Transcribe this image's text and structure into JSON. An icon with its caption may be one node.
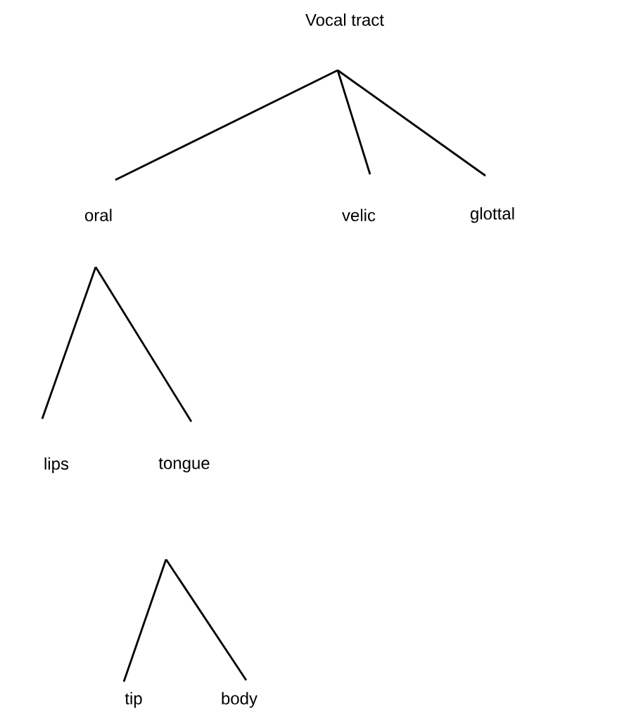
{
  "diagram": {
    "nodes": [
      {
        "text": [
          "Vocal tract"
        ]
      },
      {
        "text": [
          "oral"
        ]
      },
      {
        "text": [
          "velic"
        ]
      },
      {
        "text": [
          "glottal"
        ]
      },
      {
        "text": [
          "lips"
        ]
      },
      {
        "text": [
          "tongue"
        ]
      },
      {
        "text": [
          "tip"
        ]
      },
      {
        "text": [
          "body"
        ]
      }
    ],
    "edges": [
      {
        "from": 0,
        "to": 1,
        "arrow": "none"
      },
      {
        "from": 0,
        "to": 2,
        "arrow": "none"
      },
      {
        "from": 0,
        "to": 3,
        "arrow": "none"
      },
      {
        "from": 1,
        "to": 4,
        "arrow": "none"
      },
      {
        "from": 1,
        "to": 5,
        "arrow": "none"
      },
      {
        "from": 5,
        "to": 6,
        "arrow": "none"
      },
      {
        "from": 5,
        "to": 7,
        "arrow": "none"
      }
    ]
  }
}
